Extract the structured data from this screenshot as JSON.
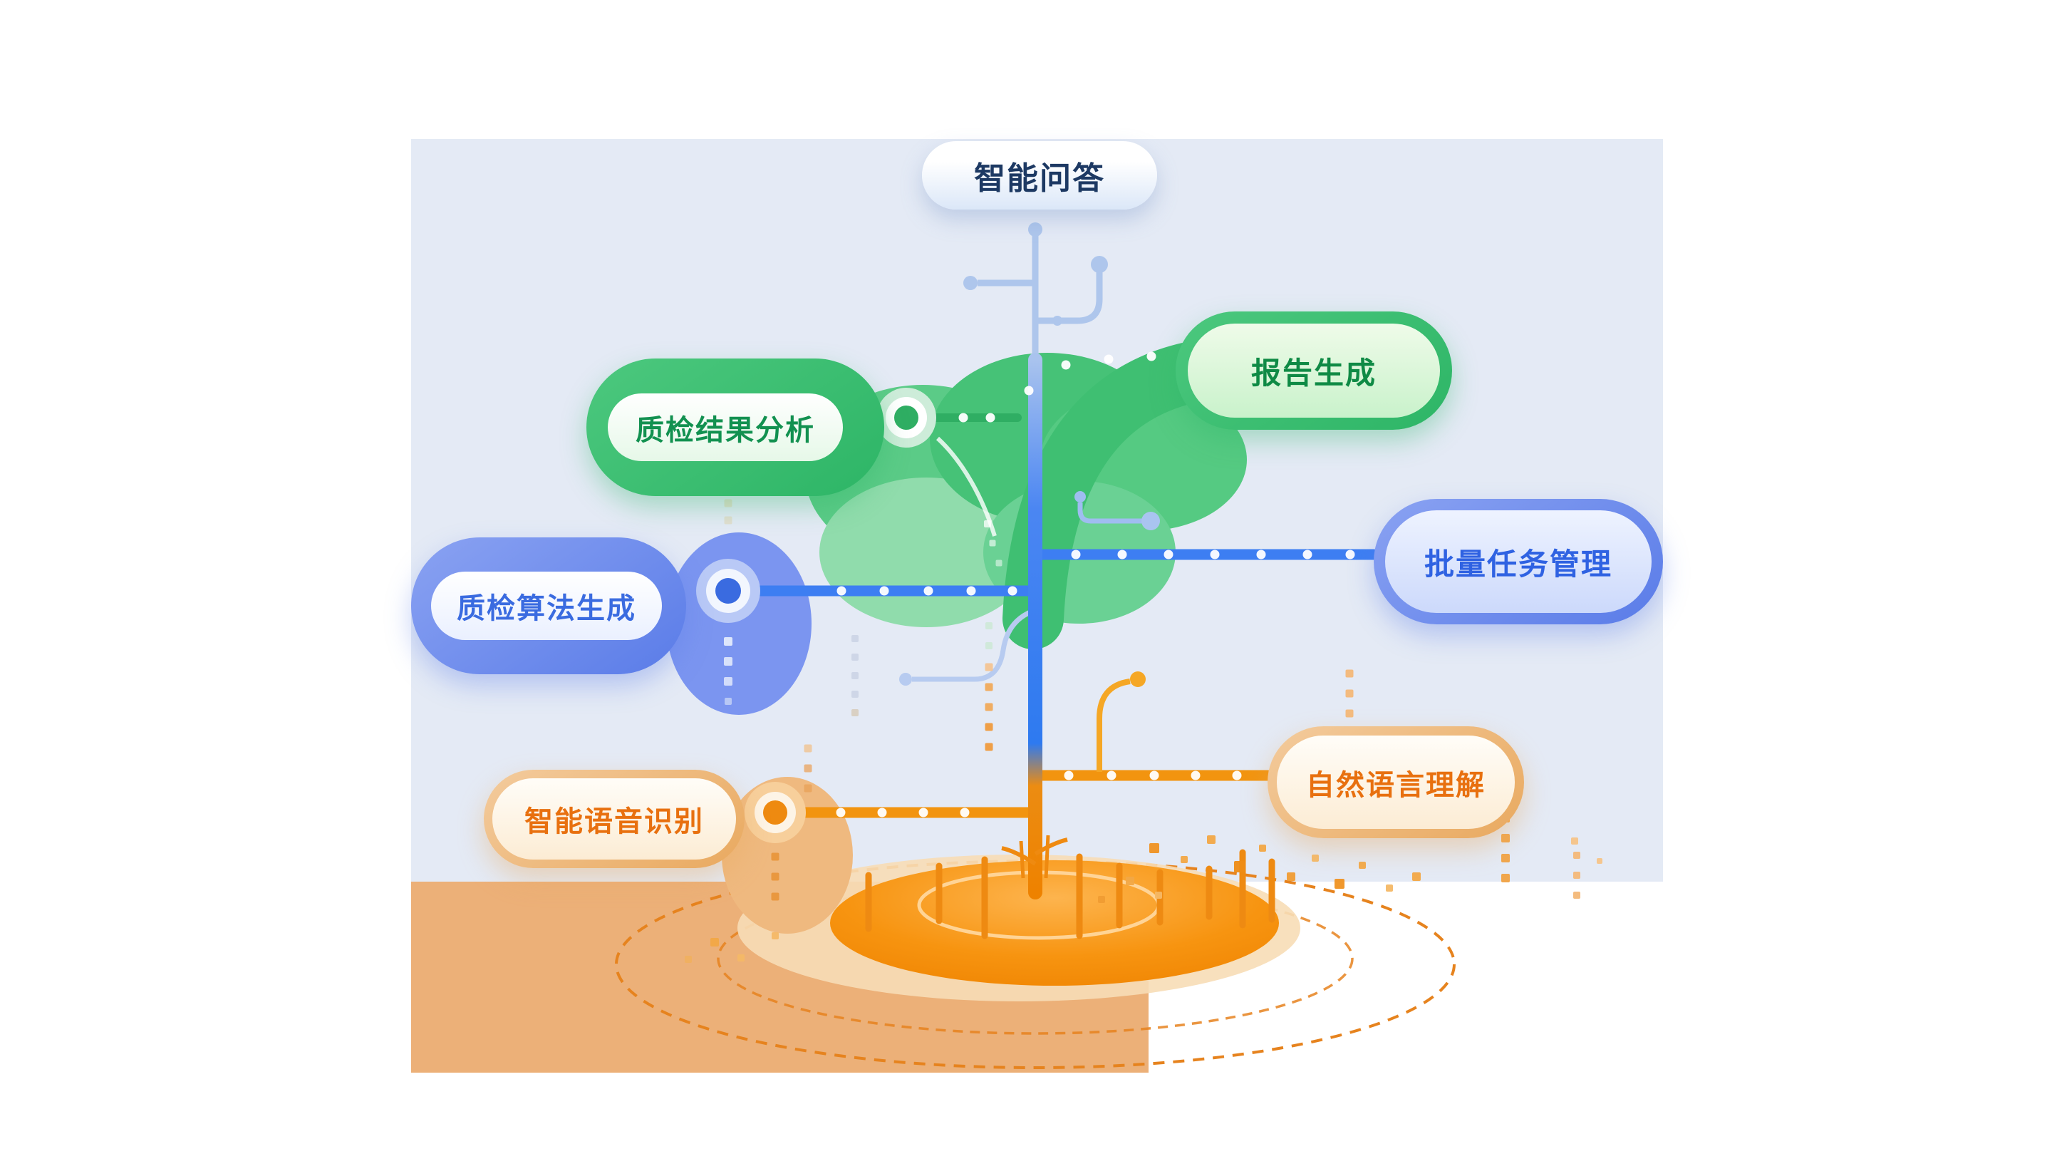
{
  "diagram": {
    "nodes": {
      "qa": {
        "label": "智能问答",
        "theme": "light-blue"
      },
      "report": {
        "label": "报告生成",
        "theme": "green"
      },
      "analysis": {
        "label": "质检结果分析",
        "theme": "green"
      },
      "batch": {
        "label": "批量任务管理",
        "theme": "blue"
      },
      "algorithm": {
        "label": "质检算法生成",
        "theme": "blue"
      },
      "nlu": {
        "label": "自然语言理解",
        "theme": "orange"
      },
      "asr": {
        "label": "智能语音识别",
        "theme": "orange"
      }
    },
    "colors": {
      "panel_bg": "#e4eaf5",
      "ground_bg": "#ecb078",
      "green": "#3fbf72",
      "green_text": "#0f8a45",
      "blue": "#6d8cee",
      "blue_line": "#3d7ef2",
      "blue_text": "#2f62e2",
      "orange": "#f2940f",
      "tan": "#eeb77f",
      "orange_text": "#e8700f",
      "navy_text": "#1d3963"
    }
  }
}
